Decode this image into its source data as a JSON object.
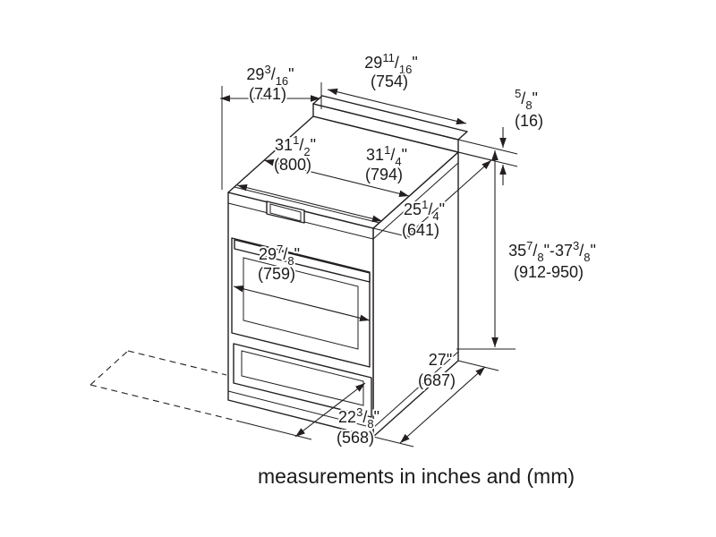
{
  "caption": "measurements in inches and (mm)",
  "frac_slash": "/",
  "colors": {
    "line": "#231f20",
    "text": "#1a1a1a",
    "background": "#ffffff"
  },
  "dims": {
    "top_depth": {
      "whole": "29",
      "num": "3",
      "den": "16",
      "unit": "\"",
      "mm": "(741)"
    },
    "trim_width": {
      "whole": "29",
      "num": "11",
      "den": "16",
      "unit": "\"",
      "mm": "(754)"
    },
    "trim_height": {
      "whole": "",
      "num": "5",
      "den": "8",
      "unit": "\"",
      "mm": "(16)"
    },
    "cooktop_front_width": {
      "whole": "31",
      "num": "1",
      "den": "2",
      "unit": "\"",
      "mm": "(800)"
    },
    "cooktop_back_width": {
      "whole": "31",
      "num": "1",
      "den": "4",
      "unit": "\"",
      "mm": "(794)"
    },
    "cooktop_depth": {
      "whole": "25",
      "num": "1",
      "den": "4",
      "unit": "\"",
      "mm": "(641)"
    },
    "door_width": {
      "whole": "29",
      "num": "7",
      "den": "8",
      "unit": "\"",
      "mm": "(759)"
    },
    "height_range": {
      "whole1": "35",
      "num1": "7",
      "den1": "8",
      "sep": "\"-",
      "whole2": "37",
      "num2": "3",
      "den2": "8",
      "unit": "\"",
      "mm": "(912-950)"
    },
    "overall_depth": {
      "whole": "27",
      "unit": "\"",
      "mm": "(687)"
    },
    "base_depth": {
      "whole": "22",
      "num": "3",
      "den": "8",
      "unit": "\"",
      "mm": "(568)"
    }
  }
}
